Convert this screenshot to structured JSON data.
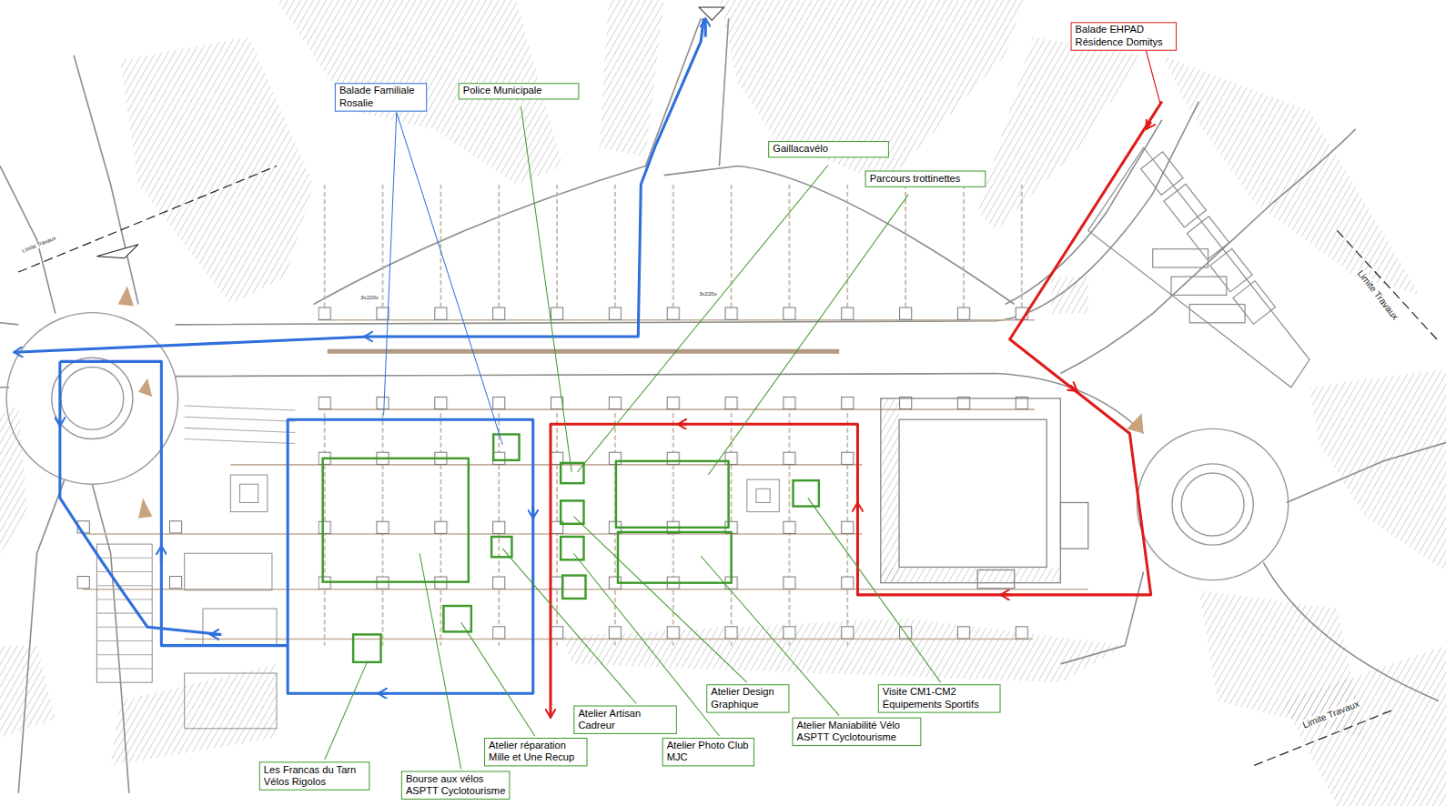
{
  "diagram": {
    "nodes": [
      {
        "text": [
          "Balade EHPAD Résidence Domitys"
        ]
      },
      {
        "text": [
          "Balade Familiale Rosalie"
        ]
      },
      {
        "text": [
          "Police Municipale"
        ]
      },
      {
        "text": [
          "Gaillacavélo"
        ]
      },
      {
        "text": [
          "Parcours trottinettes"
        ]
      },
      {
        "text": [
          "Visite CM1-CM2 Équipements Sportifs"
        ]
      },
      {
        "text": [
          "Atelier Design Graphique"
        ]
      },
      {
        "text": [
          "Atelier Artisan Cadreur"
        ]
      },
      {
        "text": [
          "Atelier Maniabilité Vélo ASPTT Cyclotourisme"
        ]
      },
      {
        "text": [
          "Atelier réparation Mille et Une Recup"
        ]
      },
      {
        "text": [
          "Atelier Photo Club MJC"
        ]
      },
      {
        "text": [
          "Les Francas du Tarn Vélos Rigolos"
        ]
      },
      {
        "text": [
          "Bourse aux vélos ASPTT Cyclotourisme"
        ]
      }
    ],
    "labels": [
      "Limite Travaux",
      "Limite Travaux",
      "Limite Travaux",
      "3x220v",
      "3x220v"
    ]
  }
}
